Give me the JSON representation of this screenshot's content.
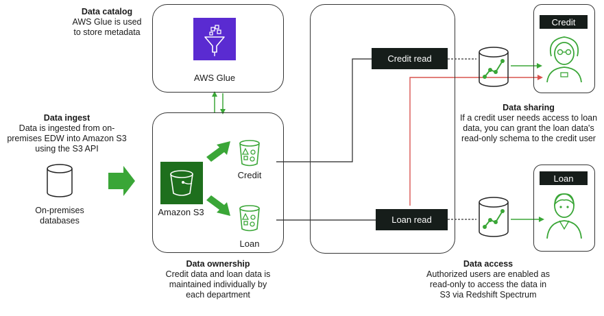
{
  "catalog": {
    "title": "Data catalog",
    "desc": "AWS Glue is used to store metadata"
  },
  "glue": {
    "label": "AWS Glue"
  },
  "ingest": {
    "title": "Data ingest",
    "desc": "Data is ingested from on-premises EDW into Amazon S3 using the S3 API"
  },
  "onprem": {
    "label": "On-premises databases"
  },
  "s3": {
    "label": "Amazon S3"
  },
  "buckets": {
    "credit": "Credit",
    "loan": "Loan"
  },
  "ownership": {
    "title": "Data ownership",
    "desc": "Credit data and loan data is maintained individually by each department"
  },
  "reads": {
    "credit": "Credit read",
    "loan": "Loan read"
  },
  "users": {
    "credit": "Credit",
    "loan": "Loan"
  },
  "sharing": {
    "title": "Data sharing",
    "desc": "If a credit user needs access to loan data, you can grant the loan data's read-only schema to the credit user"
  },
  "access": {
    "title": "Data access",
    "desc": "Authorized users are enabled as read-only to access the data in S3 via Redshift Spectrum"
  },
  "colors": {
    "green": "#3aa637",
    "purple": "#5a2bd1",
    "s3green": "#1e6f1d",
    "red": "#d9534f"
  }
}
